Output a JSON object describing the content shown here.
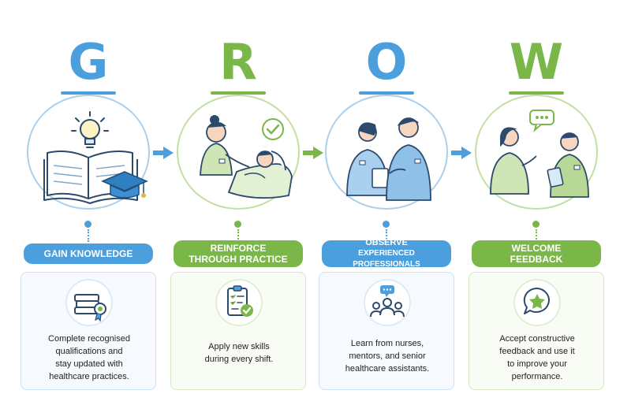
{
  "steps": [
    {
      "letter": "G",
      "title_lines": [
        "GAIN KNOWLEDGE"
      ],
      "description_lines": [
        "Complete recognised",
        "qualifications and",
        "stay updated with",
        "healthcare practices."
      ],
      "color": "#4a9fdc",
      "illustration": "open-book-with-lightbulb-and-graduation-cap",
      "card_icon": "books-with-award-ribbon-icon"
    },
    {
      "letter": "R",
      "title_lines": [
        "REINFORCE",
        "THROUGH PRACTICE"
      ],
      "description_lines": [
        "Apply new skills",
        "during every shift."
      ],
      "color": "#7ab648",
      "illustration": "nurse-caring-for-patient-in-bed",
      "card_icon": "clipboard-checklist-icon"
    },
    {
      "letter": "O",
      "title_lines": [
        "OBSERVE",
        "EXPERIENCED PROFESSIONALS"
      ],
      "description_lines": [
        "Learn from nurses,",
        "mentors, and senior",
        "healthcare assistants."
      ],
      "color": "#4a9fdc",
      "illustration": "two-healthcare-professionals-with-clipboard",
      "card_icon": "group-with-speech-bubble-icon"
    },
    {
      "letter": "W",
      "title_lines": [
        "WELCOME",
        "FEEDBACK"
      ],
      "description_lines": [
        "Accept constructive",
        "feedback and use it",
        "to improve your",
        "performance."
      ],
      "color": "#7ab648",
      "illustration": "two-colleagues-talking-with-speech-bubble",
      "card_icon": "speech-bubble-star-icon"
    }
  ],
  "arrow_colors": [
    "#4a9fdc",
    "#7ab648",
    "#4a9fdc"
  ]
}
